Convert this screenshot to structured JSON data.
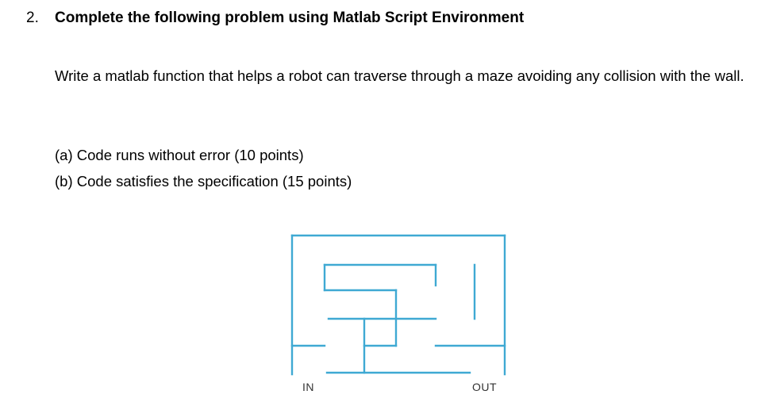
{
  "problem": {
    "number": "2.",
    "title": "Complete the following problem using Matlab Script Environment",
    "description": "Write a matlab function that helps a robot can traverse through a maze avoiding any collision with the wall.",
    "criteria": [
      "(a) Code runs without error (10 points)",
      "(b) Code satisfies the specification (15 points)"
    ]
  },
  "maze": {
    "entry_label": "IN",
    "exit_label": "OUT",
    "wall_color": "#3fa9d3"
  }
}
